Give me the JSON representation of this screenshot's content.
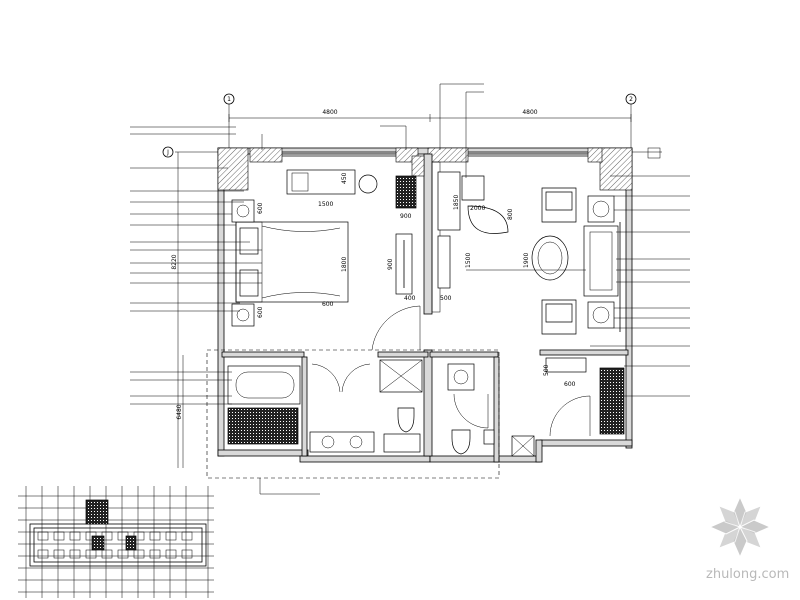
{
  "plan": {
    "sheet_note": "",
    "grid_tags": [
      "1",
      "2",
      "J"
    ],
    "dims_top": [
      "4800",
      "4800"
    ],
    "dims_left": [
      "8220",
      "6480"
    ],
    "dims_inner": [
      "1500",
      "450",
      "600",
      "1800",
      "900",
      "400",
      "600",
      "1850",
      "2000",
      "800",
      "900",
      "1500",
      "600",
      "500",
      "1900",
      "500",
      "600"
    ],
    "left_labels": [
      "",
      "",
      "",
      "",
      "",
      "",
      "",
      "",
      "",
      "",
      "",
      "",
      "",
      "",
      "",
      "",
      "",
      ""
    ],
    "right_labels": [
      "",
      "",
      "",
      "",
      "",
      "",
      "",
      "",
      "",
      "",
      "",
      "",
      "",
      ""
    ],
    "bottom_label": ""
  },
  "watermark": {
    "text": "zhulong.com",
    "logo_color": "#c8c8c8"
  }
}
